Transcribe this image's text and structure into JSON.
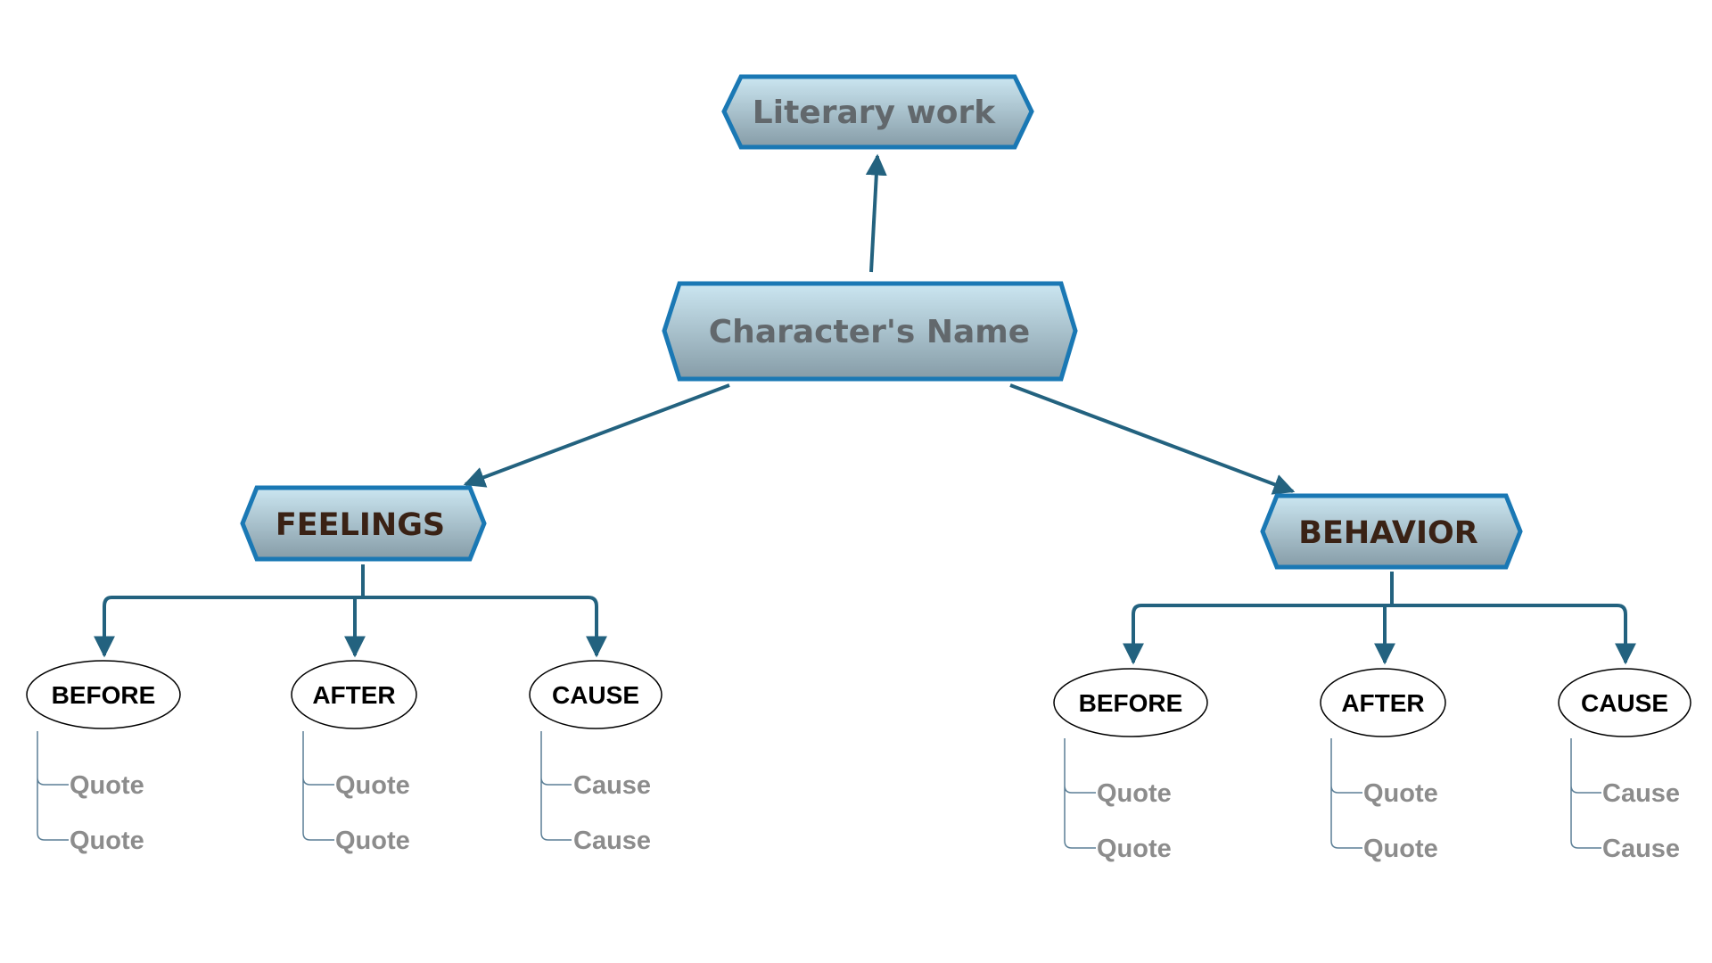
{
  "diagram": {
    "root": {
      "label": "Literary work"
    },
    "center": {
      "label": "Character's Name"
    },
    "branches": [
      {
        "label": "FEELINGS",
        "children": [
          {
            "label": "BEFORE",
            "items": [
              "Quote",
              "Quote"
            ]
          },
          {
            "label": "AFTER",
            "items": [
              "Quote",
              "Quote"
            ]
          },
          {
            "label": "CAUSE",
            "items": [
              "Cause",
              "Cause"
            ]
          }
        ]
      },
      {
        "label": "BEHAVIOR",
        "children": [
          {
            "label": "BEFORE",
            "items": [
              "Quote",
              "Quote"
            ]
          },
          {
            "label": "AFTER",
            "items": [
              "Quote",
              "Quote"
            ]
          },
          {
            "label": "CAUSE",
            "items": [
              "Cause",
              "Cause"
            ]
          }
        ]
      }
    ]
  },
  "colors": {
    "connector": "#23627f",
    "hex_border": "#1a78b4",
    "hex_fill_top": "#cbe6f1",
    "hex_fill_bottom": "#869ca7",
    "title_text": "#62686c",
    "branch_text": "#3a2215",
    "leaf_text": "#8c8c8c",
    "leaf_line": "#5c7f96"
  }
}
